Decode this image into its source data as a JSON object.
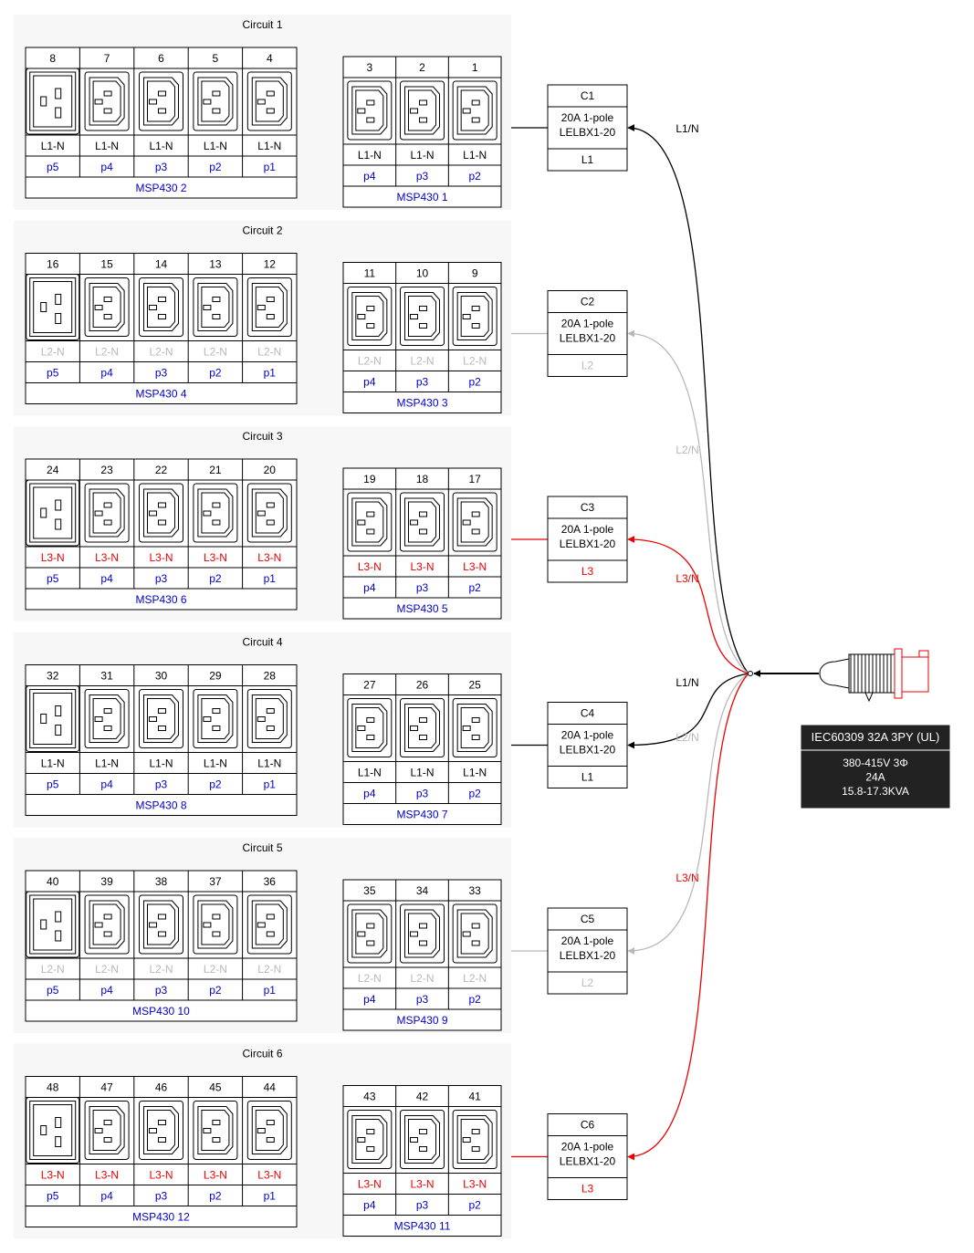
{
  "colors": {
    "L1": "#000000",
    "L2": "#b8b8b8",
    "L3": "#ee0000",
    "port": "#0000cc",
    "cluster_bg": "#f7f7f7",
    "spec_bg": "#222222"
  },
  "feed": {
    "plug_icon": "iec60309-plug-icon",
    "spec_title": "IEC60309 32A 3PY (UL)",
    "spec_lines": [
      "380-415V 3Φ",
      "24A",
      "15.8-17.3KVA"
    ],
    "edges": [
      {
        "label": "L1/N",
        "phase": "L1"
      },
      {
        "label": "L2/N",
        "phase": "L2"
      },
      {
        "label": "L3/N",
        "phase": "L3"
      },
      {
        "label": "L1/N",
        "phase": "L1"
      },
      {
        "label": "L2/N",
        "phase": "L2"
      },
      {
        "label": "L3/N",
        "phase": "L3"
      }
    ]
  },
  "circuits": [
    {
      "title": "Circuit 1",
      "phase": "L1",
      "breaker": {
        "name": "C1",
        "rating": "20A 1-pole",
        "model": "LELBX1-20",
        "phase_label": "L1"
      },
      "pdu_a": {
        "name": "MSP430 1",
        "outlets": [
          "3",
          "2",
          "1"
        ],
        "ports": [
          "p4",
          "p3",
          "p2"
        ],
        "phase_label": "L1-N"
      },
      "pdu_b": {
        "name": "MSP430 2",
        "outlets": [
          "8",
          "7",
          "6",
          "5",
          "4"
        ],
        "ports": [
          "p5",
          "p4",
          "p3",
          "p2",
          "p1"
        ],
        "phase_label": "L1-N"
      }
    },
    {
      "title": "Circuit 2",
      "phase": "L2",
      "breaker": {
        "name": "C2",
        "rating": "20A 1-pole",
        "model": "LELBX1-20",
        "phase_label": "L2"
      },
      "pdu_a": {
        "name": "MSP430 3",
        "outlets": [
          "11",
          "10",
          "9"
        ],
        "ports": [
          "p4",
          "p3",
          "p2"
        ],
        "phase_label": "L2-N"
      },
      "pdu_b": {
        "name": "MSP430 4",
        "outlets": [
          "16",
          "15",
          "14",
          "13",
          "12"
        ],
        "ports": [
          "p5",
          "p4",
          "p3",
          "p2",
          "p1"
        ],
        "phase_label": "L2-N"
      }
    },
    {
      "title": "Circuit 3",
      "phase": "L3",
      "breaker": {
        "name": "C3",
        "rating": "20A 1-pole",
        "model": "LELBX1-20",
        "phase_label": "L3"
      },
      "pdu_a": {
        "name": "MSP430 5",
        "outlets": [
          "19",
          "18",
          "17"
        ],
        "ports": [
          "p4",
          "p3",
          "p2"
        ],
        "phase_label": "L3-N"
      },
      "pdu_b": {
        "name": "MSP430 6",
        "outlets": [
          "24",
          "23",
          "22",
          "21",
          "20"
        ],
        "ports": [
          "p5",
          "p4",
          "p3",
          "p2",
          "p1"
        ],
        "phase_label": "L3-N"
      }
    },
    {
      "title": "Circuit 4",
      "phase": "L1",
      "breaker": {
        "name": "C4",
        "rating": "20A 1-pole",
        "model": "LELBX1-20",
        "phase_label": "L1"
      },
      "pdu_a": {
        "name": "MSP430 7",
        "outlets": [
          "27",
          "26",
          "25"
        ],
        "ports": [
          "p4",
          "p3",
          "p2"
        ],
        "phase_label": "L1-N"
      },
      "pdu_b": {
        "name": "MSP430 8",
        "outlets": [
          "32",
          "31",
          "30",
          "29",
          "28"
        ],
        "ports": [
          "p5",
          "p4",
          "p3",
          "p2",
          "p1"
        ],
        "phase_label": "L1-N"
      }
    },
    {
      "title": "Circuit 5",
      "phase": "L2",
      "breaker": {
        "name": "C5",
        "rating": "20A 1-pole",
        "model": "LELBX1-20",
        "phase_label": "L2"
      },
      "pdu_a": {
        "name": "MSP430 9",
        "outlets": [
          "35",
          "34",
          "33"
        ],
        "ports": [
          "p4",
          "p3",
          "p2"
        ],
        "phase_label": "L2-N"
      },
      "pdu_b": {
        "name": "MSP430 10",
        "outlets": [
          "40",
          "39",
          "38",
          "37",
          "36"
        ],
        "ports": [
          "p5",
          "p4",
          "p3",
          "p2",
          "p1"
        ],
        "phase_label": "L2-N"
      }
    },
    {
      "title": "Circuit 6",
      "phase": "L3",
      "breaker": {
        "name": "C6",
        "rating": "20A 1-pole",
        "model": "LELBX1-20",
        "phase_label": "L3"
      },
      "pdu_a": {
        "name": "MSP430 11",
        "outlets": [
          "43",
          "42",
          "41"
        ],
        "ports": [
          "p4",
          "p3",
          "p2"
        ],
        "phase_label": "L3-N"
      },
      "pdu_b": {
        "name": "MSP430 12",
        "outlets": [
          "48",
          "47",
          "46",
          "45",
          "44"
        ],
        "ports": [
          "p5",
          "p4",
          "p3",
          "p2",
          "p1"
        ],
        "phase_label": "L3-N"
      }
    }
  ]
}
